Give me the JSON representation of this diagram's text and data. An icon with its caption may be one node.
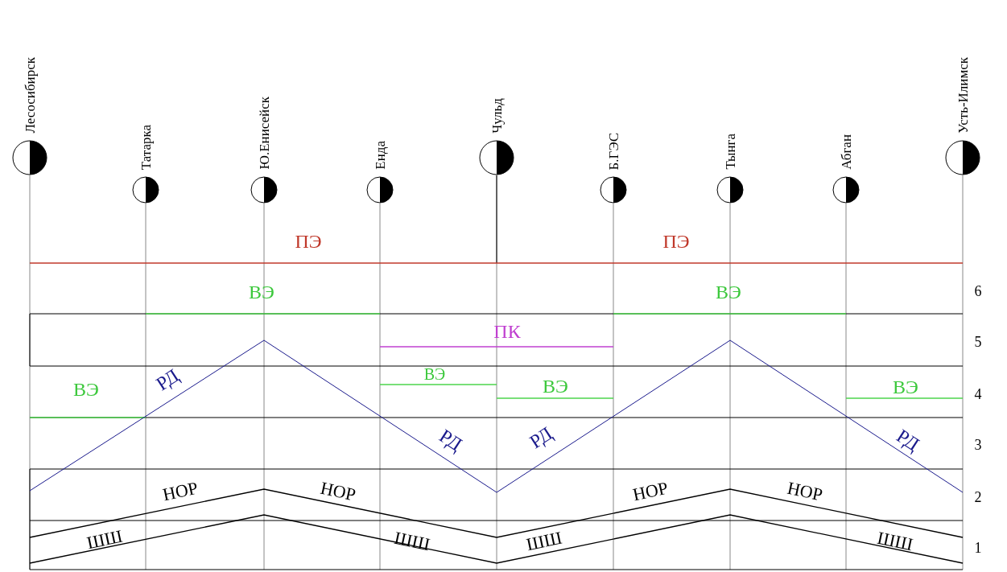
{
  "diagram": {
    "nodes": [
      {
        "text": [
          "Лесосибирск"
        ]
      },
      {
        "text": [
          "Татарка"
        ]
      },
      {
        "text": [
          "Ю.Енисейск"
        ]
      },
      {
        "text": [
          "Енда"
        ]
      },
      {
        "text": [
          "Чульд"
        ]
      },
      {
        "text": [
          "Б.ГЭС"
        ]
      },
      {
        "text": [
          "Тынга"
        ]
      },
      {
        "text": [
          "Абган"
        ]
      },
      {
        "text": [
          "Усть-Илимск"
        ]
      }
    ],
    "labels": [
      "ПЭ",
      "ПЭ",
      "ВЭ",
      "ВЭ",
      "6",
      "ПК",
      "5",
      "ВЭ",
      "ВЭ",
      "ВЭ",
      "ВЭ",
      "РД",
      "4",
      "РД",
      "РД",
      "РД",
      "3",
      "НОР",
      "НОР",
      "НОР",
      "НОР",
      "2",
      "ШШ",
      "ШШ",
      "ШШ",
      "ШШ",
      "1"
    ]
  }
}
